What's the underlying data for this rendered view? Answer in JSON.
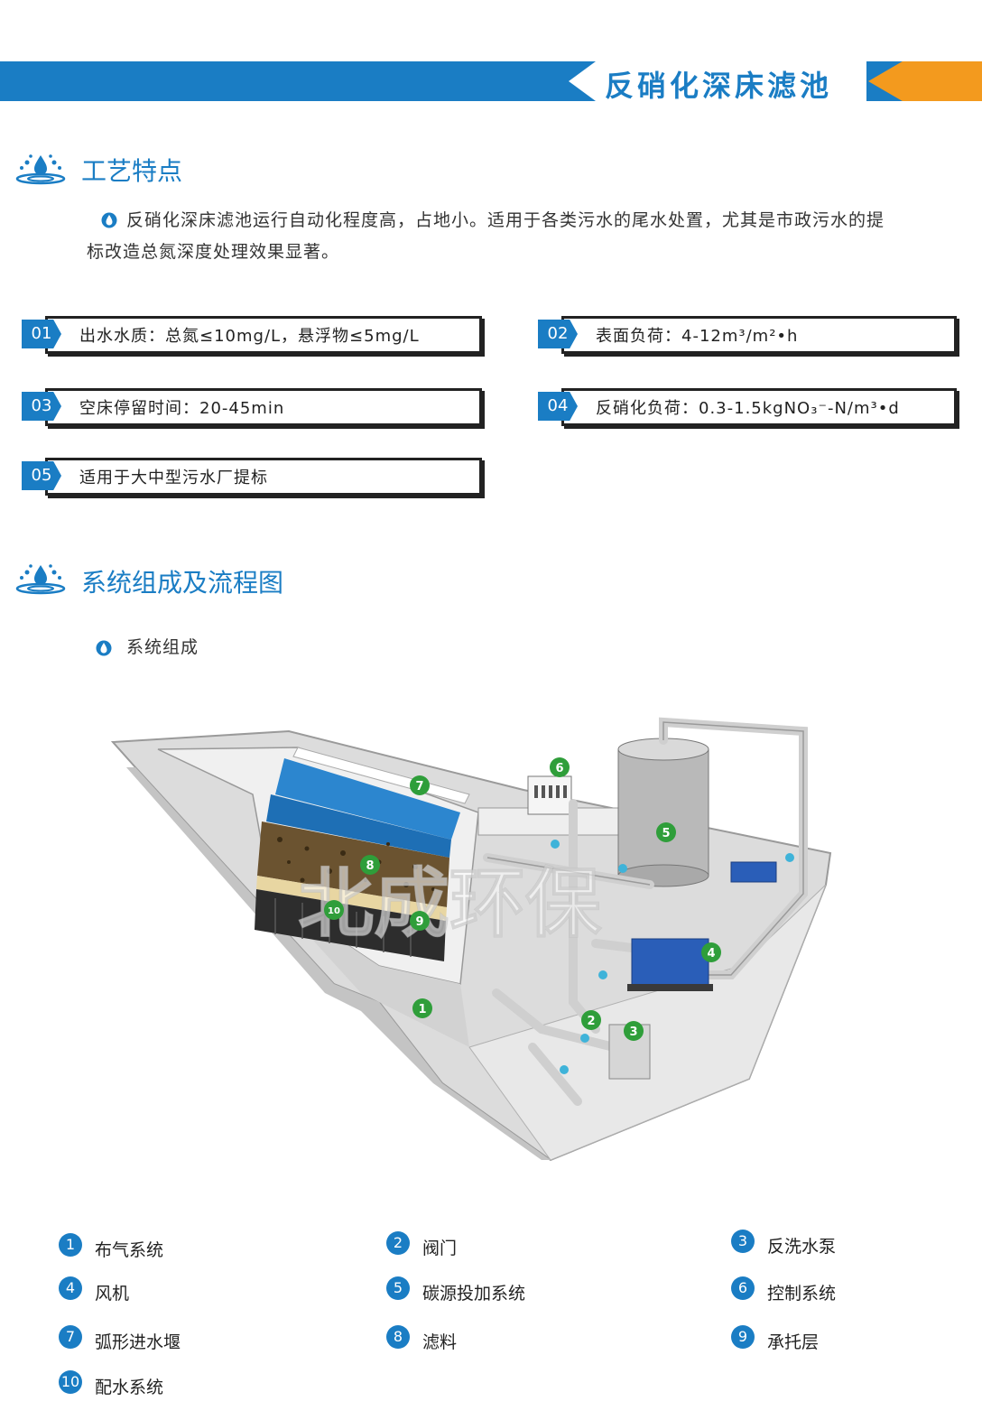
{
  "header": {
    "title": "反硝化深床滤池"
  },
  "section1": {
    "title": "工艺特点",
    "paragraph_line1": "反硝化深床滤池运行自动化程度高，占地小。适用于各类污水的尾水处置，尤其是市政污水的提",
    "paragraph_line2": "标改造总氮深度处理效果显著。"
  },
  "features": [
    {
      "num": "01",
      "text": "出水水质：总氮≤10mg/L，悬浮物≤5mg/L"
    },
    {
      "num": "02",
      "text": "表面负荷：4-12m³/m²•h"
    },
    {
      "num": "03",
      "text": "空床停留时间：20-45min"
    },
    {
      "num": "04",
      "text": "反硝化负荷：0.3-1.5kgNO₃⁻-N/m³•d"
    },
    {
      "num": "05",
      "text": "适用于大中型污水厂提标"
    }
  ],
  "section2": {
    "title": "系统组成及流程图",
    "subtitle": "系统组成"
  },
  "diagram": {
    "watermark": "北成环保"
  },
  "legend": [
    {
      "num": "1",
      "label": "布气系统"
    },
    {
      "num": "2",
      "label": "阀门"
    },
    {
      "num": "3",
      "label": "反洗水泵"
    },
    {
      "num": "4",
      "label": "风机"
    },
    {
      "num": "5",
      "label": "碳源投加系统"
    },
    {
      "num": "6",
      "label": "控制系统"
    },
    {
      "num": "7",
      "label": "弧形进水堰"
    },
    {
      "num": "8",
      "label": "滤料"
    },
    {
      "num": "9",
      "label": "承托层"
    },
    {
      "num": "10",
      "label": "配水系统"
    }
  ],
  "colors": {
    "primary": "#1a7dc4",
    "accent": "#f39a1e",
    "marker": "#2f9e3a"
  }
}
